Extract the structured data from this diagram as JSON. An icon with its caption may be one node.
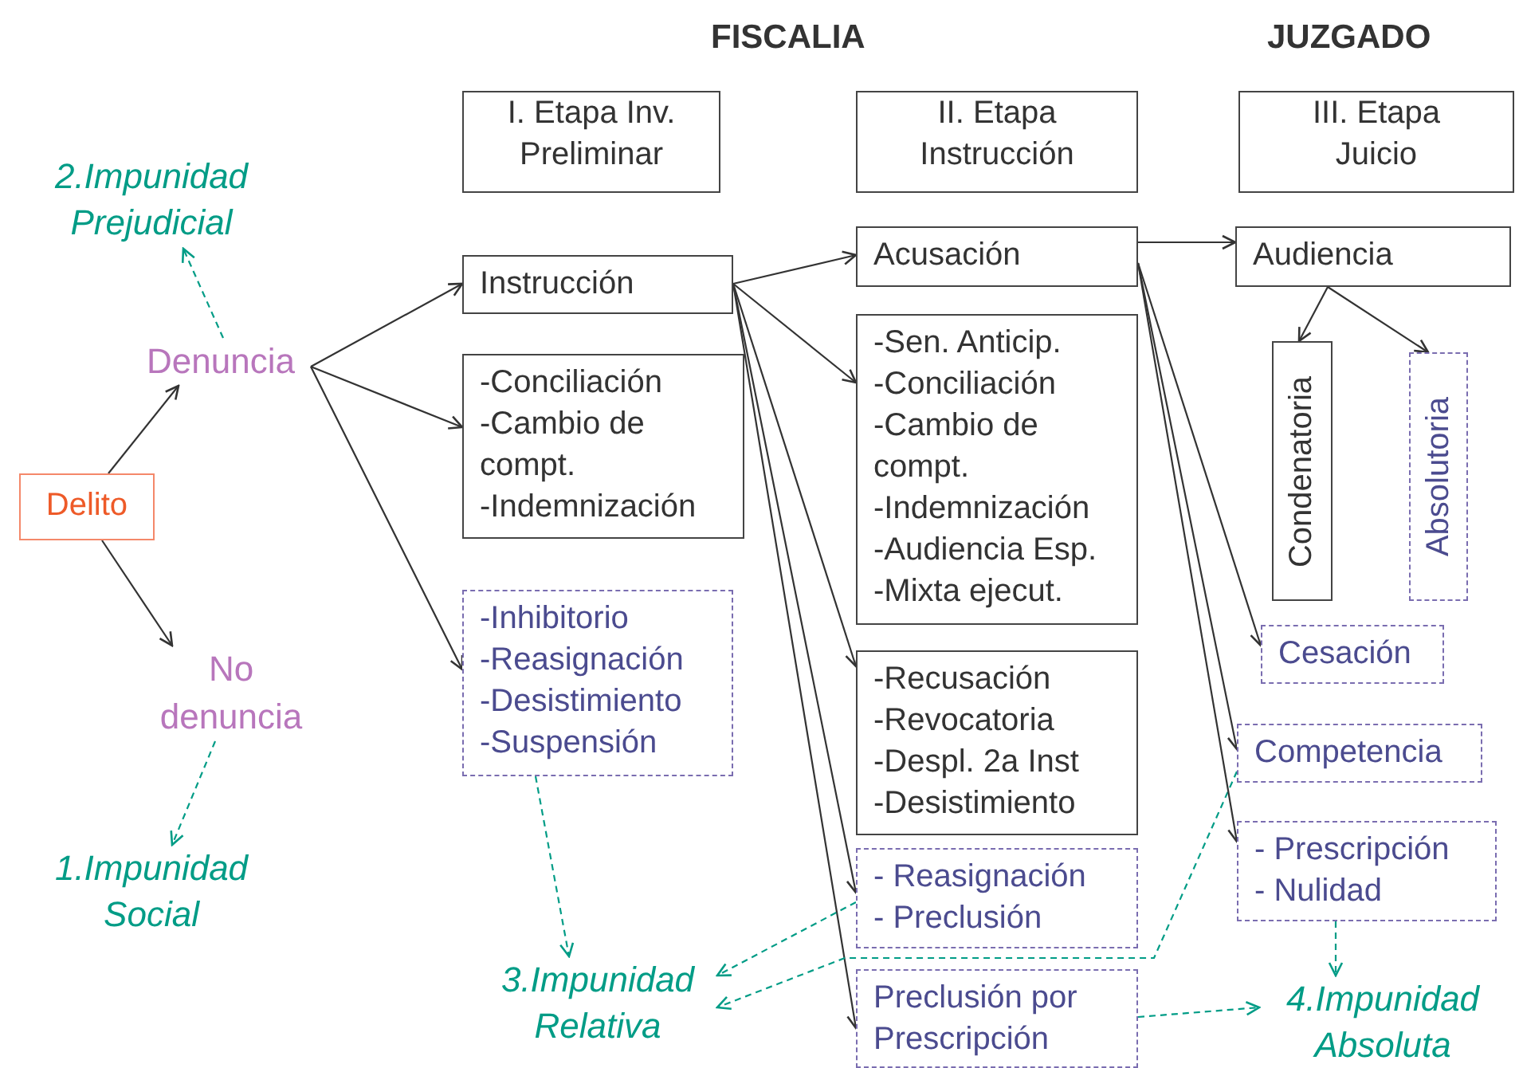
{
  "diagram": {
    "nodes": [
      {
        "text": [
          "I. Etapa Inv. Preliminar"
        ]
      },
      {
        "text": [
          "II. Etapa Instrucción"
        ]
      },
      {
        "text": [
          "III. Etapa Juicio"
        ]
      },
      {
        "text": [
          "2.Impunidad Prejudicial"
        ]
      },
      {
        "text": [
          "Denuncia"
        ]
      },
      {
        "text": [
          "Delito"
        ]
      },
      {
        "text": [
          "No denuncia"
        ]
      },
      {
        "text": [
          "1.Impunidad Social"
        ]
      },
      {
        "text": [
          "Instrucción"
        ]
      },
      {
        "text": [
          "-Conciliación",
          "-Cambio de compt.",
          "-Indemnización"
        ]
      },
      {
        "text": [
          "-Inhibitorio",
          "-Reasignación",
          "-Desistimiento",
          "-Suspensión"
        ]
      },
      {
        "text": [
          "3.Impunidad Relativa"
        ]
      },
      {
        "text": [
          "Acusación"
        ]
      },
      {
        "text": [
          "-Sen. Anticip.",
          "-Conciliación",
          "-Cambio de compt.",
          "-Indemnización",
          "-Audiencia Esp.",
          "-Mixta ejecut."
        ]
      },
      {
        "text": [
          "-Recusación",
          "-Revocatoria",
          "-Despl. 2a Inst",
          "-Desistimiento"
        ]
      },
      {
        "text": [
          "- Reasignación",
          "- Preclusión"
        ]
      },
      {
        "text": [
          "Preclusión por Prescripción"
        ]
      },
      {
        "text": [
          "Audiencia"
        ]
      },
      {
        "text": [
          "Condenatoria"
        ]
      },
      {
        "text": [
          "Absolutoria"
        ]
      },
      {
        "text": [
          "Cesación"
        ]
      },
      {
        "text": [
          "Competencia"
        ]
      },
      {
        "text": [
          "- Prescripción",
          "- Nulidad"
        ]
      },
      {
        "text": [
          "4.Impunidad Absoluta"
        ]
      }
    ],
    "edges": [
      {
        "from": 5,
        "to": 4,
        "arrow": "to"
      },
      {
        "from": 5,
        "to": 6,
        "arrow": "to"
      },
      {
        "from": 4,
        "to": 3,
        "arrow": "to",
        "style": "dashed",
        "color": "#009c86"
      },
      {
        "from": 6,
        "to": 7,
        "arrow": "to",
        "style": "dashed",
        "color": "#009c86"
      },
      {
        "from": 4,
        "to": 8,
        "arrow": "to"
      },
      {
        "from": 4,
        "to": 9,
        "arrow": "to"
      },
      {
        "from": 4,
        "to": 10,
        "arrow": "to"
      },
      {
        "from": 8,
        "to": 12,
        "arrow": "to"
      },
      {
        "from": 8,
        "to": 13,
        "arrow": "to"
      },
      {
        "from": 8,
        "to": 14,
        "arrow": "to"
      },
      {
        "from": 8,
        "to": 15,
        "arrow": "to"
      },
      {
        "from": 8,
        "to": 16,
        "arrow": "to"
      },
      {
        "from": 10,
        "to": 11,
        "arrow": "to",
        "style": "dashed",
        "color": "#009c86"
      },
      {
        "from": 15,
        "to": 11,
        "arrow": "to",
        "style": "dashed",
        "color": "#009c86"
      },
      {
        "from": 21,
        "to": 11,
        "arrow": "to",
        "style": "dashed",
        "color": "#009c86"
      },
      {
        "from": 16,
        "to": 23,
        "arrow": "to",
        "style": "dashed",
        "color": "#009c86"
      },
      {
        "from": 12,
        "to": 17,
        "arrow": "to"
      },
      {
        "from": 12,
        "to": 20,
        "arrow": "to"
      },
      {
        "from": 12,
        "to": 21,
        "arrow": "to"
      },
      {
        "from": 12,
        "to": 22,
        "arrow": "to"
      },
      {
        "from": 17,
        "to": 18,
        "arrow": "to"
      },
      {
        "from": 17,
        "to": 19,
        "arrow": "to"
      },
      {
        "from": 22,
        "to": 23,
        "arrow": "to",
        "style": "dashed",
        "color": "#009c86"
      }
    ],
    "labels": [
      "FISCALIA",
      "JUZGADO"
    ]
  }
}
